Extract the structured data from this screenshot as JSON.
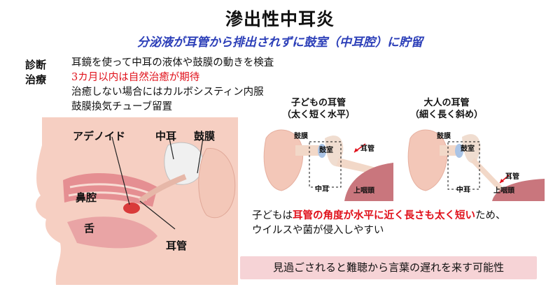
{
  "title": "滲出性中耳炎",
  "subtitle": "分泌液が耳管から排出されずに鼓室（中耳腔）に貯留",
  "diagnosis": {
    "label": "診断",
    "text": "耳鏡を使って中耳の液体や鼓膜の動きを検査"
  },
  "treatment": {
    "label": "治療",
    "lines": [
      "3カ月以内は自然治癒が期待",
      "治癒しない場合にはカルボシスティン内服",
      "鼓膜換気チューブ留置"
    ]
  },
  "head_diagram": {
    "labels": {
      "adenoid": "アデノイド",
      "middle_ear": "中耳",
      "eardrum": "鼓膜",
      "nasal_cavity": "鼻腔",
      "tongue": "舌",
      "eustachian_tube": "耳管"
    }
  },
  "child_ear": {
    "caption_1": "子どもの耳管",
    "caption_2": "（太く短く水平）",
    "labels": {
      "eardrum": "鼓膜",
      "tympanic_cavity": "鼓室",
      "eustachian_tube": "耳管",
      "middle_ear": "中耳",
      "nasopharynx": "上咽頭"
    }
  },
  "adult_ear": {
    "caption_1": "大人の耳管",
    "caption_2": "（細く長く斜め）",
    "labels": {
      "eardrum": "鼓膜",
      "tympanic_cavity": "鼓室",
      "eustachian_tube": "耳管",
      "middle_ear": "中耳",
      "nasopharynx": "上咽頭"
    }
  },
  "description": {
    "prefix": "子どもは",
    "highlight": "耳管の角度が水平に近く長さも太く短い",
    "suffix": "ため、",
    "line2": "ウイルスや菌が侵入しやすい"
  },
  "note": "見過ごされると難聴から言葉の遅れを来す可能性",
  "colors": {
    "subtitle": "#2b3eb8",
    "accent_red": "#e0101a",
    "note_bg": "#f6d3d6",
    "skin": "#f6cfc2",
    "ear_canal": "#f2d8c8",
    "nasopharynx": "#c9767d"
  }
}
